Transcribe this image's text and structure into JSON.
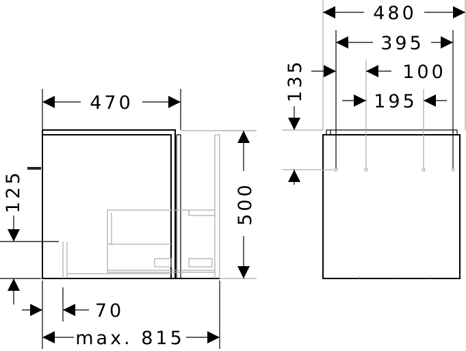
{
  "side_view": {
    "width_label": "470",
    "height_label": "500",
    "handle_height_label": "125",
    "drawer_offset_label": "70",
    "max_depth_label": "max. 815"
  },
  "front_view": {
    "width_label": "480",
    "hole_span_label": "395",
    "inner_offset_label": "100",
    "inner_span_label": "195",
    "top_offset_label": "135"
  }
}
